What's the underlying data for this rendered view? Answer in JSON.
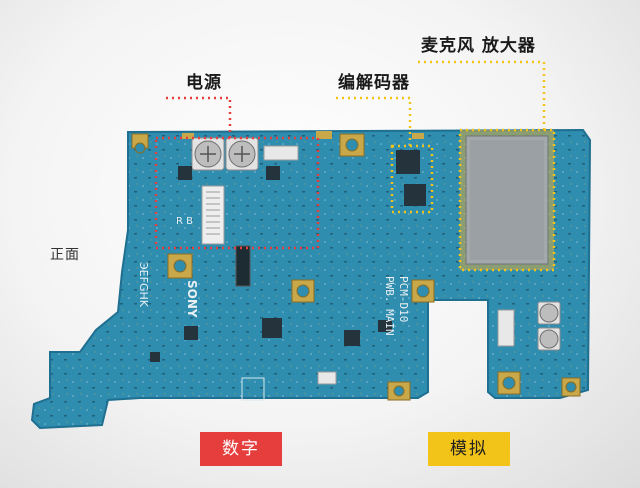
{
  "labels": {
    "power": "电源",
    "codec": "编解码器",
    "mic_amp": "麦克风 放大器",
    "front": "正面"
  },
  "badges": {
    "digital": "数字",
    "analog": "模拟"
  },
  "board_print": {
    "brand": "SONY",
    "model": "PCM-D10",
    "pwb": "PWB. MAIN",
    "corner_code": "ЭEFGHK",
    "letters": "R B"
  },
  "colors": {
    "board": "#2f8db0",
    "board_dark": "#1f6f90",
    "power_box": "#e63d3d",
    "codec_box": "#f2c318",
    "analog_box": "#f2c318",
    "label_text": "#1a1a1a"
  },
  "icons": [
    "capacitor-icon",
    "connector-icon",
    "chip-icon",
    "shield-can-icon"
  ]
}
